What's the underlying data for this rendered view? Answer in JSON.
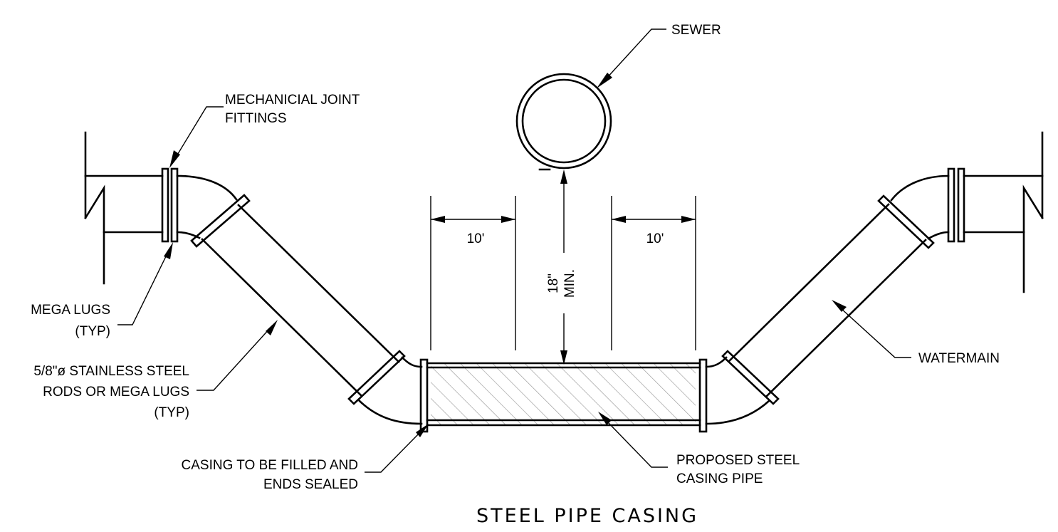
{
  "labels": {
    "sewer": "SEWER",
    "mj_fittings_line1": "MECHANICIAL JOINT",
    "mj_fittings_line2": "FITTINGS",
    "mega_lugs_line1": "MEGA LUGS",
    "mega_lugs_line2": "(TYP)",
    "rods_line1": "5/8\"ø STAINLESS STEEL",
    "rods_line2": "RODS OR MEGA LUGS",
    "rods_line3": "(TYP)",
    "casing_fill_line1": "CASING TO BE FILLED AND",
    "casing_fill_line2": "ENDS SEALED",
    "proposed_line1": "PROPOSED STEEL",
    "proposed_line2": "CASING PIPE",
    "watermain": "WATERMAIN"
  },
  "dimensions": {
    "left_offset": "10'",
    "right_offset": "10'",
    "vertical_line1": "18\"",
    "vertical_line2": "MIN."
  },
  "title": "STEEL PIPE CASING"
}
